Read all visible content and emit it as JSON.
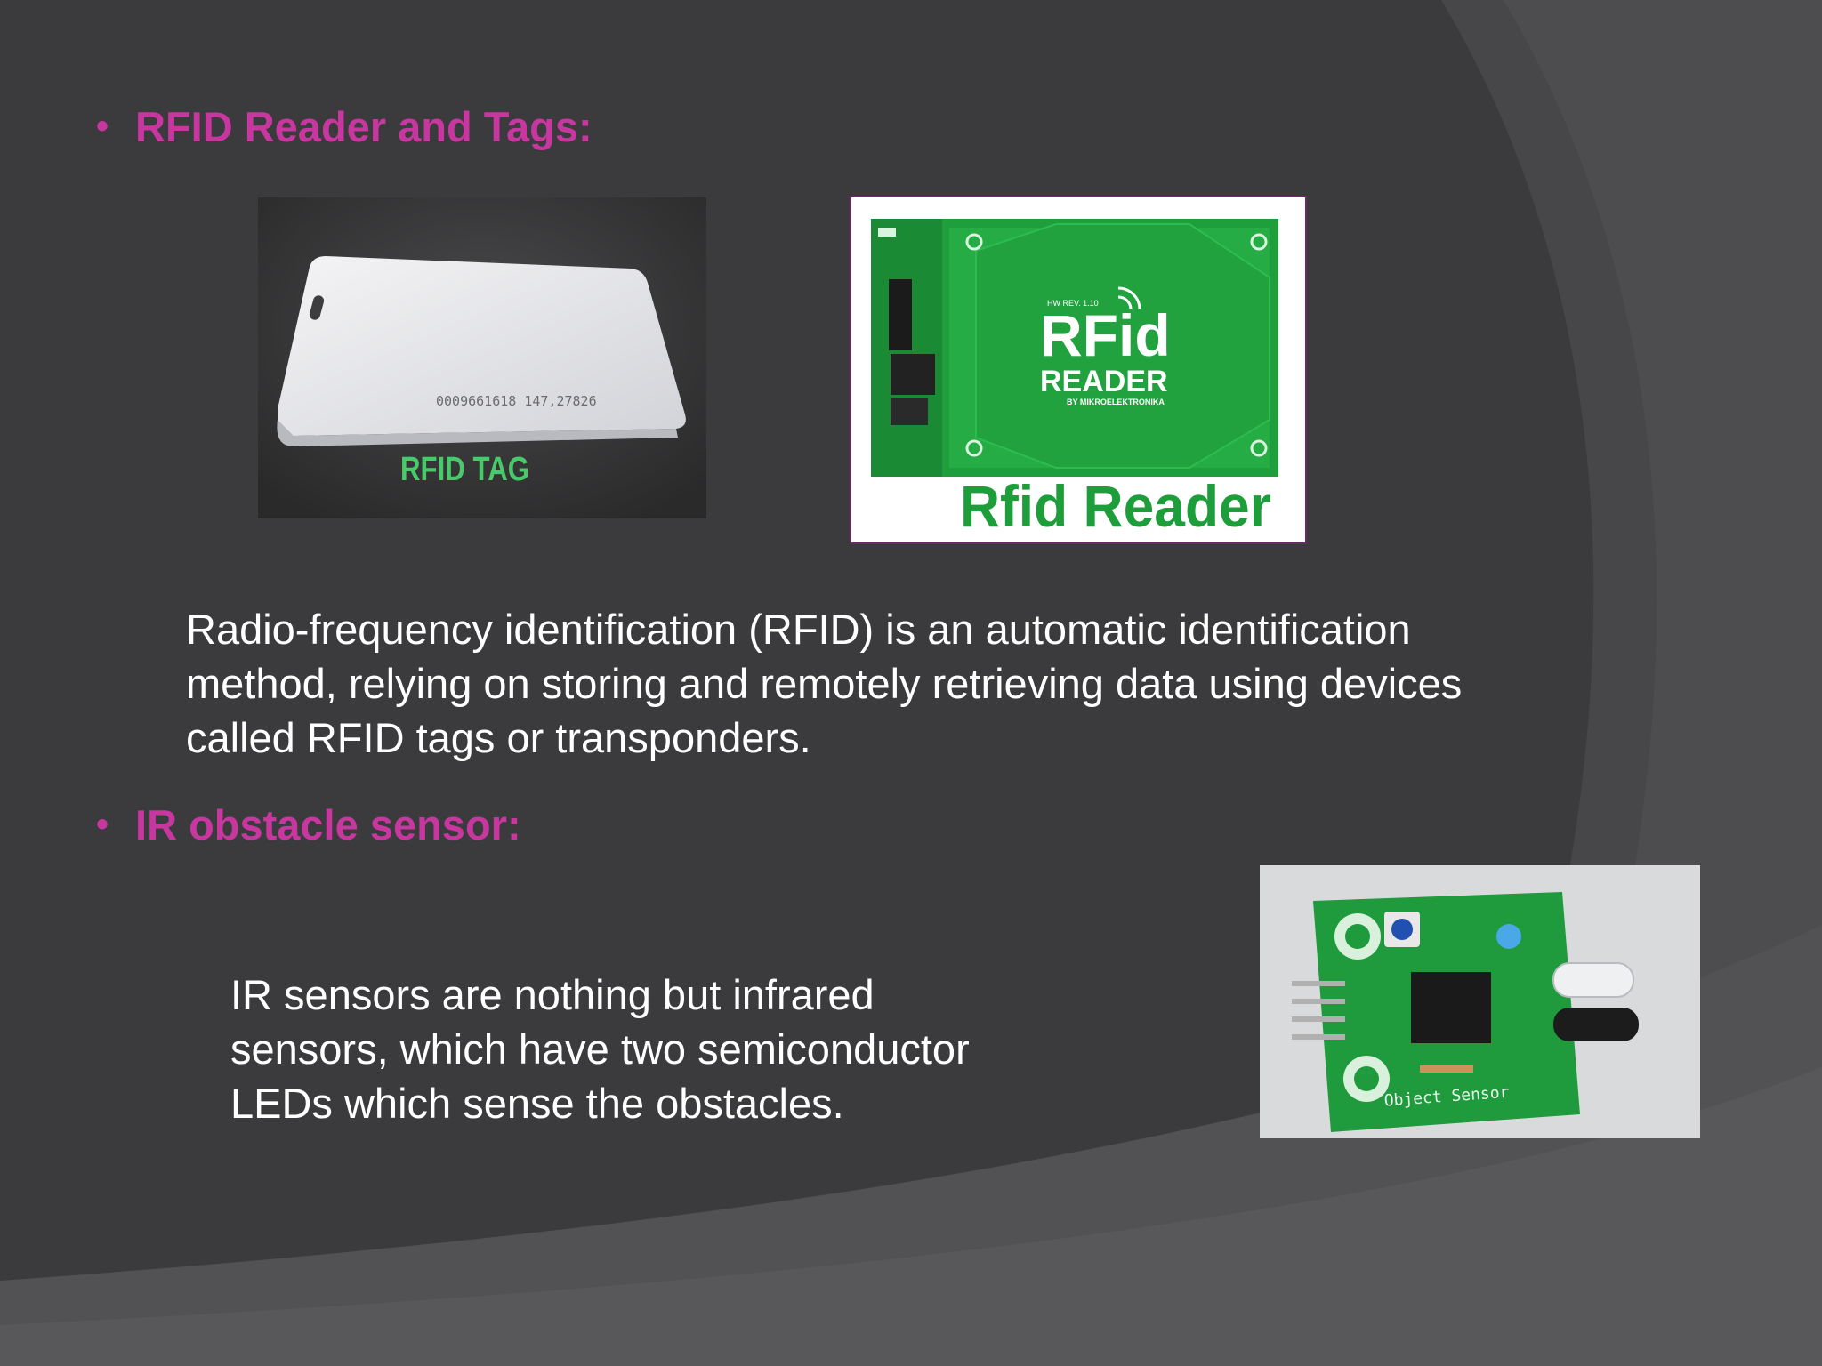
{
  "slide": {
    "bullet1": {
      "marker": "•",
      "heading": "RFID Reader and Tags:"
    },
    "rfid_tag_image": {
      "card_number": "0009661618 147,27826",
      "caption": "RFID TAG"
    },
    "rfid_reader_image": {
      "board_logo_top": "RFid",
      "board_logo_bottom": "READER",
      "board_maker": "BY MIKROELEKTRONIKA",
      "board_rev": "HW REV. 1.10",
      "caption": "Rfid Reader"
    },
    "paragraph1": [
      "Radio-frequency identification (RFID) is an automatic identification",
      "method, relying on storing and remotely retrieving data using devices",
      "called RFID tags or transponders."
    ],
    "bullet2": {
      "marker": "•",
      "heading": "IR obstacle sensor:"
    },
    "paragraph2": [
      "IR sensors are nothing but infrared",
      "sensors, which have two semiconductor",
      "LEDs which sense the obstacles."
    ],
    "ir_sensor_image": {
      "board_label": "Object Sensor"
    },
    "colors": {
      "heading": "#c7379f",
      "body_text": "#ffffff",
      "background": "#3b3b3d"
    }
  }
}
